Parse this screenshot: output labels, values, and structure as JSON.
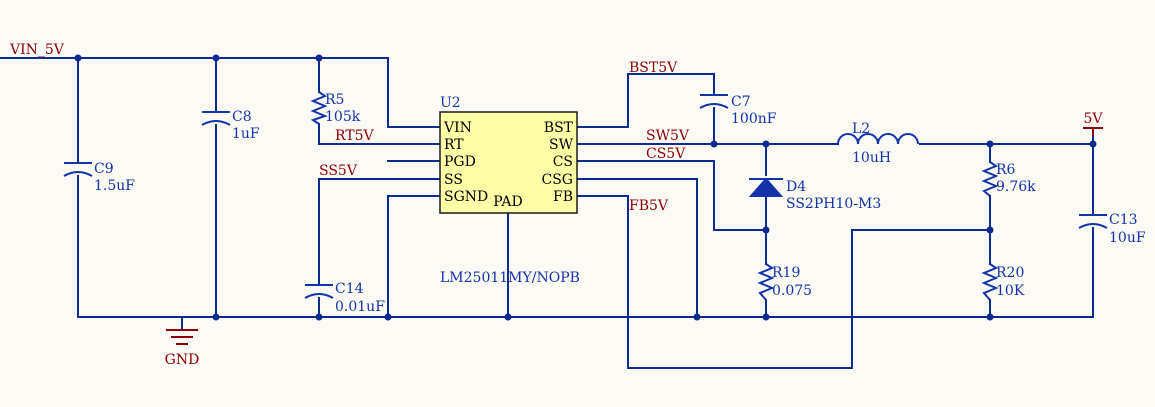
{
  "nets": {
    "vin": "VIN_5V",
    "gnd": "GND",
    "out": "5V",
    "bst": "BST5V",
    "rt": "RT5V",
    "ss": "SS5V",
    "sw": "SW5V",
    "cs": "CS5V",
    "fb": "FB5V"
  },
  "ic": {
    "designator": "U2",
    "part": "LM25011MY/NOPB",
    "pins_left": [
      "VIN",
      "RT",
      "PGD",
      "SS",
      "SGND"
    ],
    "pins_right": [
      "BST",
      "SW",
      "CS",
      "CSG",
      "FB"
    ],
    "pin_bottom": "PAD"
  },
  "components": {
    "c9": {
      "ref": "C9",
      "value": "1.5uF"
    },
    "c8": {
      "ref": "C8",
      "value": "1uF"
    },
    "r5": {
      "ref": "R5",
      "value": "105k"
    },
    "c14": {
      "ref": "C14",
      "value": "0.01uF"
    },
    "c7": {
      "ref": "C7",
      "value": "100nF"
    },
    "l2": {
      "ref": "L2",
      "value": "10uH"
    },
    "d4": {
      "ref": "D4",
      "value": "SS2PH10-M3"
    },
    "r19": {
      "ref": "R19",
      "value": "0.075"
    },
    "r6": {
      "ref": "R6",
      "value": "9.76k"
    },
    "r20": {
      "ref": "R20",
      "value": "10K"
    },
    "c13": {
      "ref": "C13",
      "value": "10uF"
    }
  },
  "colors": {
    "wire": "#0b2b8f",
    "component": "#1533a8",
    "net_label": "#8b0000",
    "ic_fill": "#ffffa8",
    "background": "#fcfaf4"
  }
}
